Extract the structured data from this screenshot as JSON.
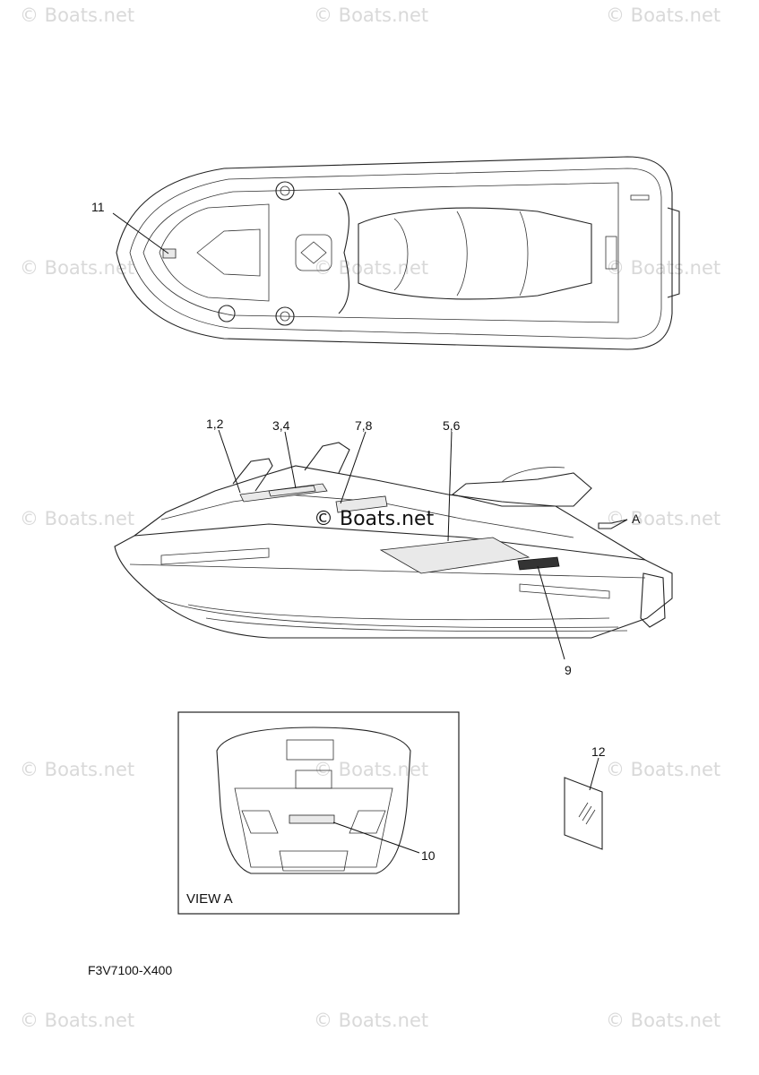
{
  "watermark": "© Boats.net",
  "center_watermark": "© Boats.net",
  "drawing_code": "F3V7100-X400",
  "view_label": "VIEW A",
  "view_arrow_label": "A",
  "callouts": {
    "c11": "11",
    "c12": "1,2",
    "c34": "3,4",
    "c78": "7,8",
    "c56": "5,6",
    "c9": "9",
    "c10": "10",
    "c12b": "12"
  },
  "colors": {
    "line": "#222222",
    "watermark": "#d9d9d9",
    "background": "#ffffff"
  }
}
